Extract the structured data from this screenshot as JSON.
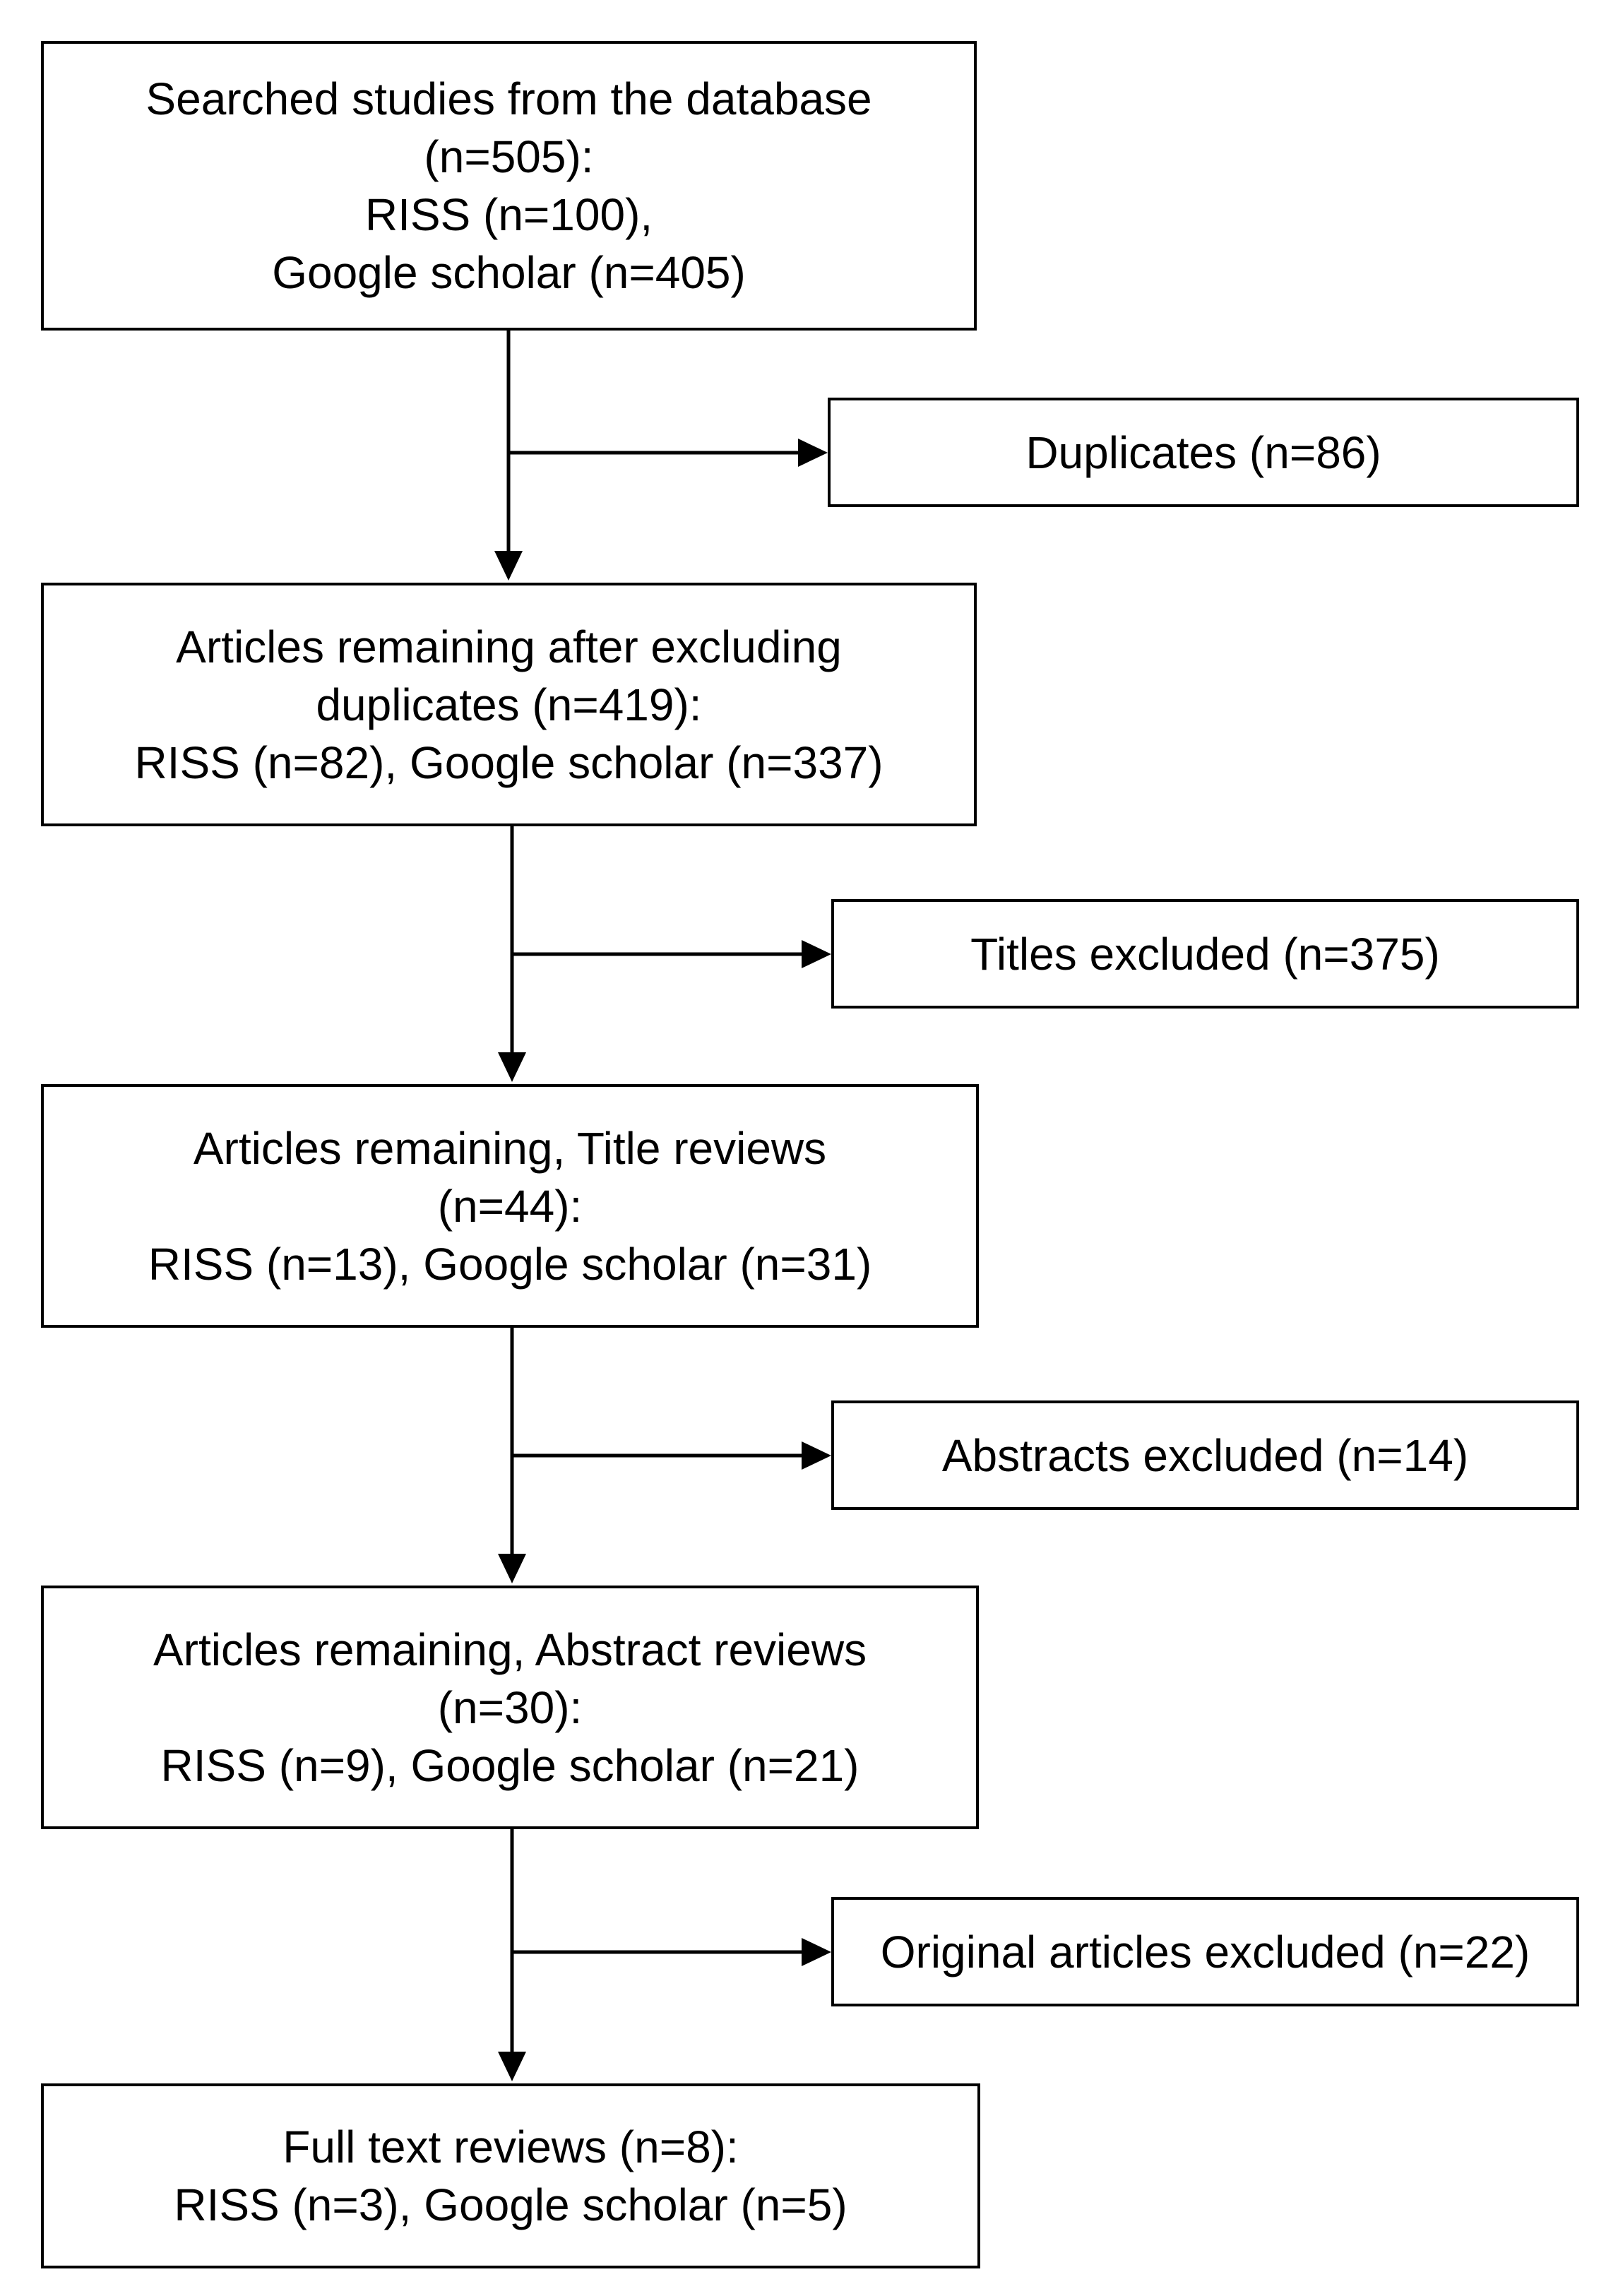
{
  "flow": {
    "stages": [
      {
        "lines": [
          "Searched studies from the database",
          "(n=505):",
          "RISS (n=100),",
          "Google scholar (n=405)"
        ]
      },
      {
        "lines": [
          "Articles remaining after excluding",
          "duplicates (n=419):",
          "RISS (n=82), Google scholar (n=337)"
        ]
      },
      {
        "lines": [
          "Articles remaining, Title reviews",
          "(n=44):",
          "RISS (n=13), Google scholar (n=31)"
        ]
      },
      {
        "lines": [
          "Articles remaining, Abstract reviews",
          "(n=30):",
          "RISS (n=9), Google scholar (n=21)"
        ]
      },
      {
        "lines": [
          "Full text reviews (n=8):",
          "RISS (n=3), Google scholar (n=5)"
        ]
      }
    ],
    "exclusions": [
      {
        "label": "Duplicates (n=86)"
      },
      {
        "label": "Titles excluded (n=375)"
      },
      {
        "label": "Abstracts excluded (n=14)"
      },
      {
        "label": "Original articles excluded (n=22)"
      }
    ]
  }
}
